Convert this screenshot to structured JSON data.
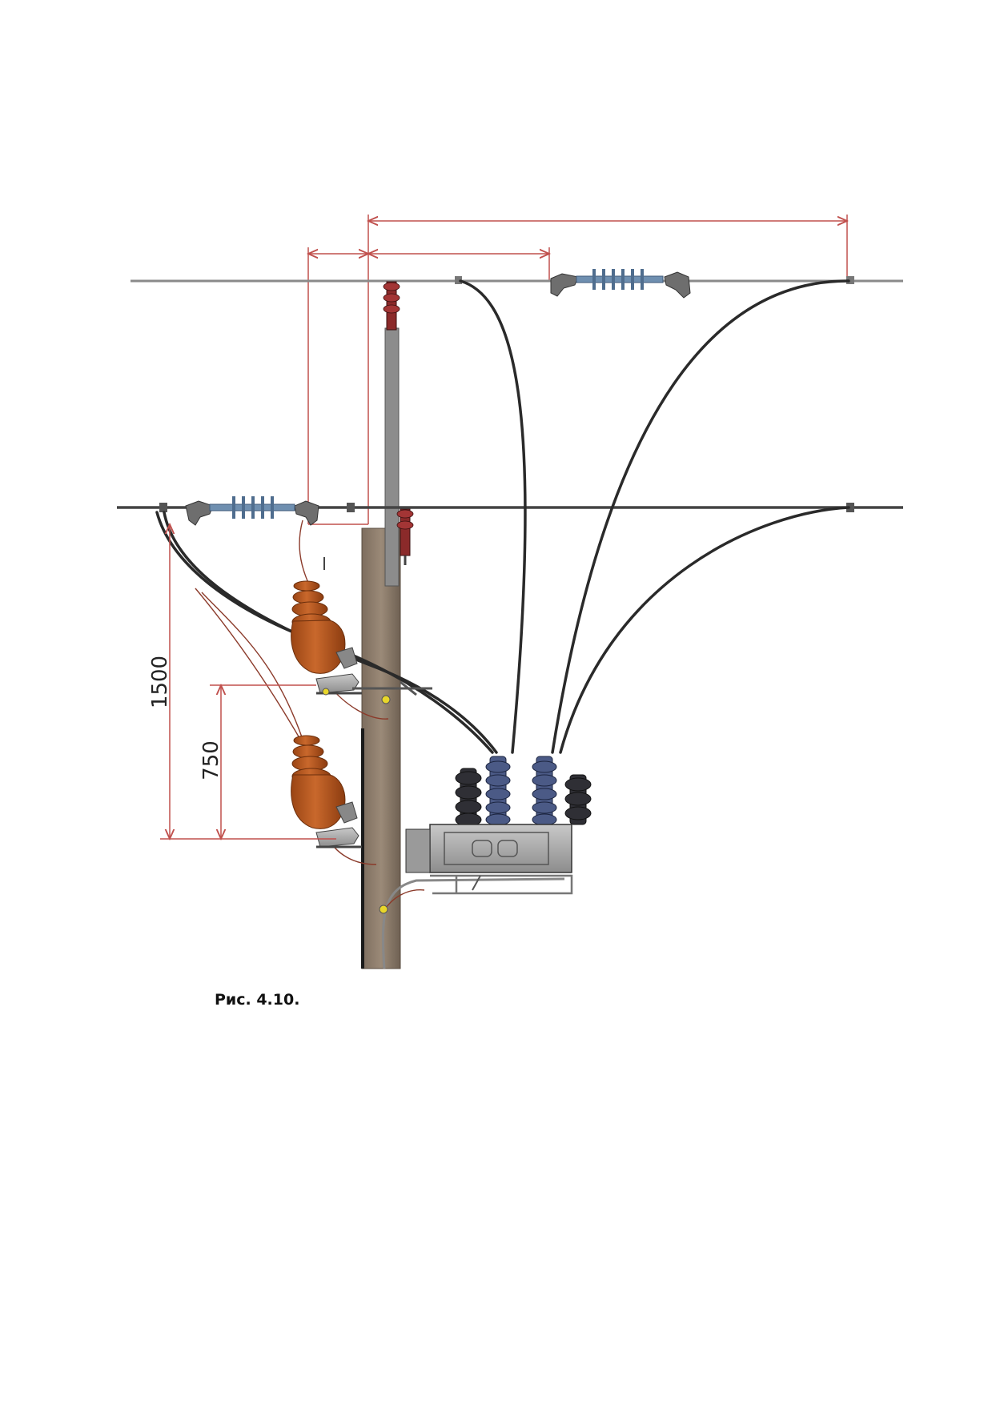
{
  "dimensions": {
    "d1500": "1500",
    "d750": "750"
  },
  "caption": "Рис. 4.10.",
  "colors": {
    "dimension_lines": "#c0504d",
    "transformer_body": "#b8561f",
    "pole": "#8a7a6a",
    "wires": "#555555",
    "cables": "#2a2a2a",
    "insulator_blue": "#6f8fb0",
    "arrester_red": "#8b2a2a"
  }
}
